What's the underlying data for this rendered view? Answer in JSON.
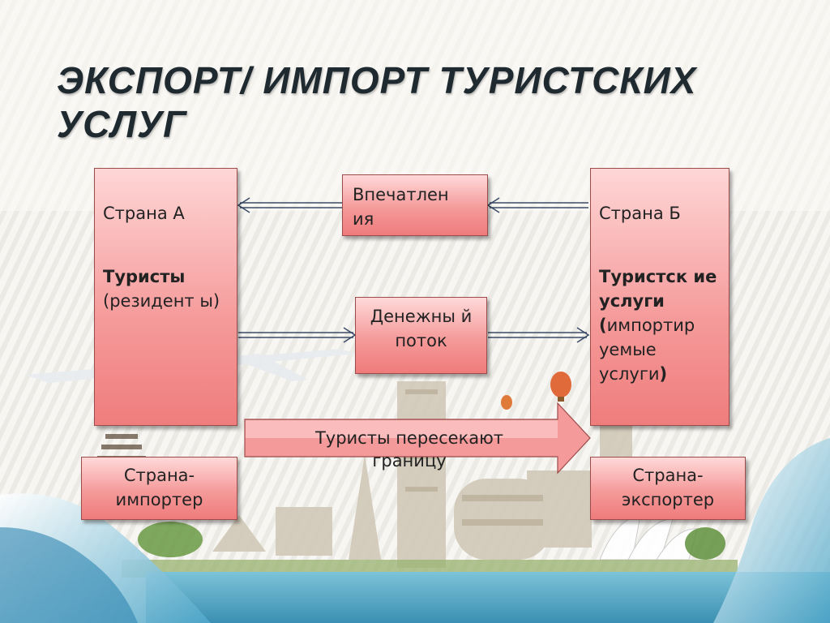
{
  "slide": {
    "title": "ЭКСПОРТ/ ИМПОРТ ТУРИСТСКИХ УСЛУГ"
  },
  "country_a": {
    "name": "Страна А",
    "bold": "Туристы",
    "rest": "(резидент ы)"
  },
  "country_b": {
    "name": "Страна Б",
    "bold_1": "Туристск ие услуги",
    "bold_paren_open": "(",
    "rest": "импортир уемые услуги",
    "bold_paren_close": ")"
  },
  "flow_impressions": "Впечатлен ия",
  "flow_money": "Денежны й поток",
  "arrow_border": "Туристы пересекают границу",
  "label_importer": "Страна- импортер",
  "label_exporter": "Страна- экспортер",
  "colors": {
    "box_fill_top": "#fed6d6",
    "box_fill_bottom": "#ef7d7d",
    "border": "#9c4a4a",
    "title": "#1f2a30",
    "connector": "#3a4a66"
  }
}
